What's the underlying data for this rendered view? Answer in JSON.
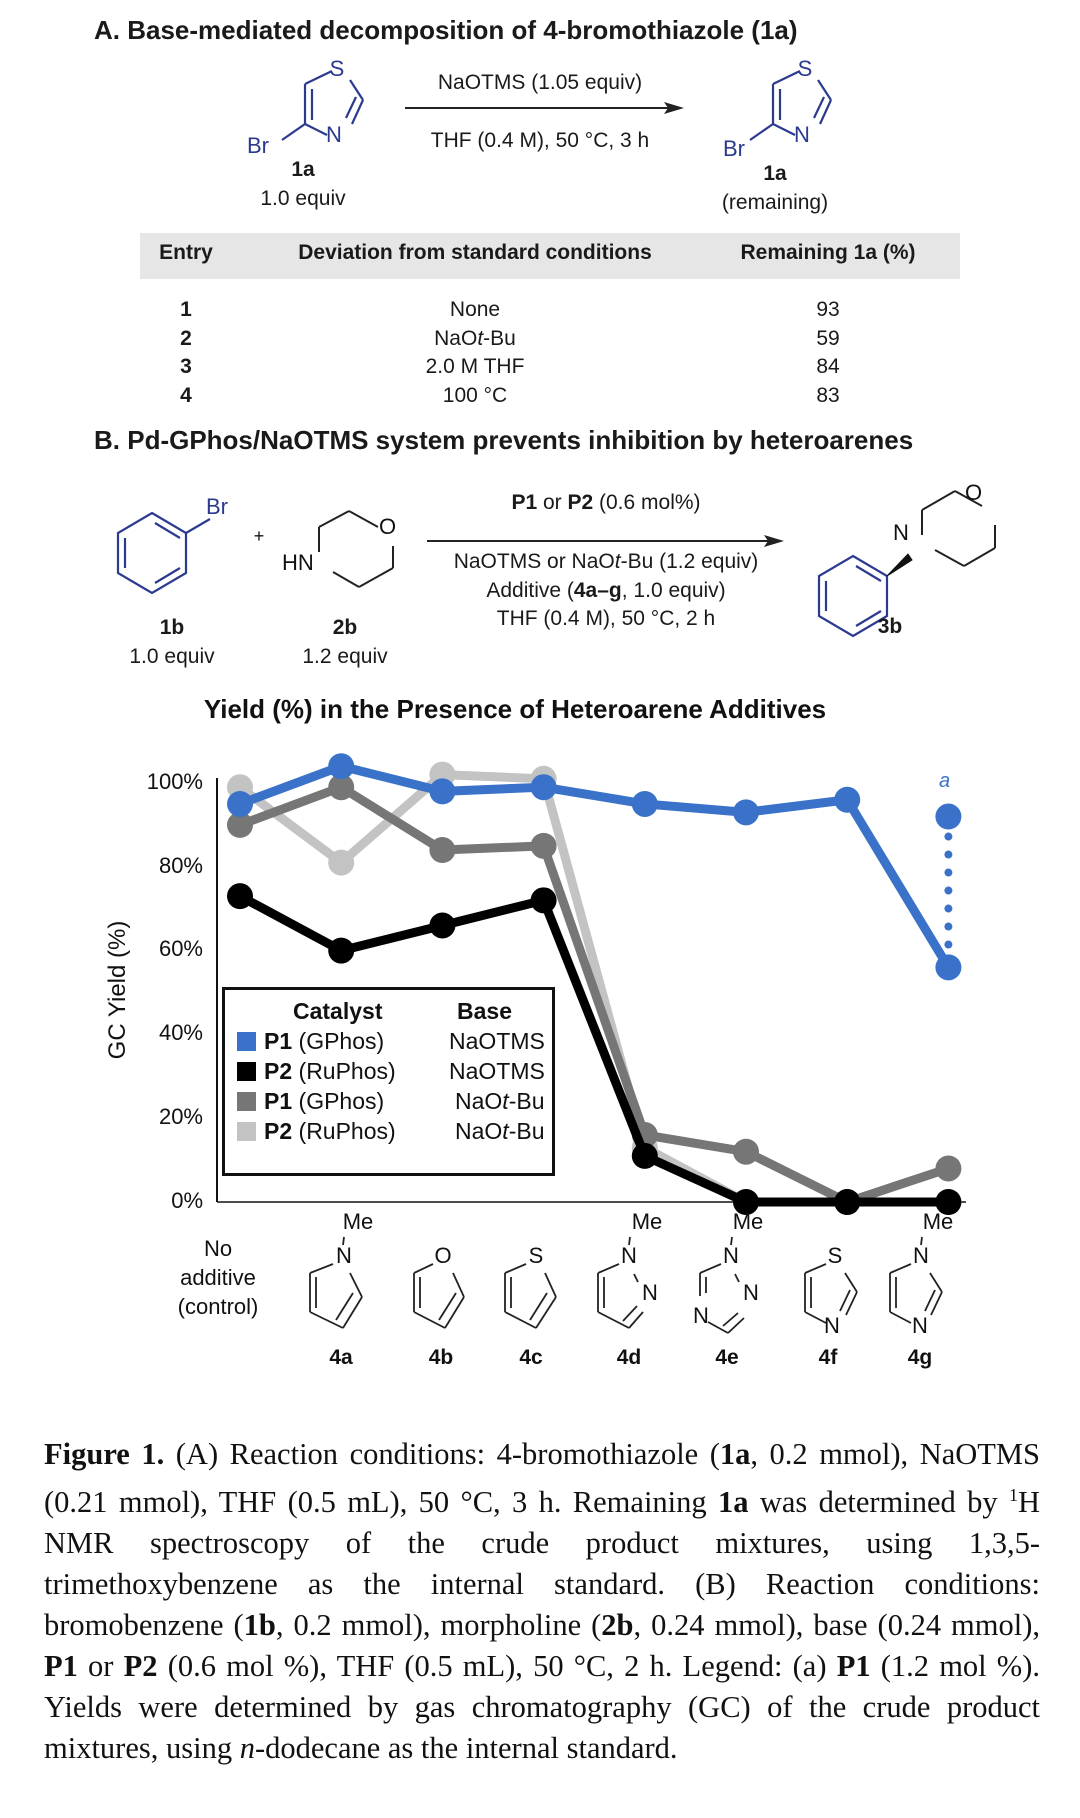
{
  "sectionA": {
    "title": "A. Base-mediated decomposition of 4-bromothiazole (1a)",
    "reagent_above": "NaOTMS (1.05 equiv)",
    "reagent_below": "THF (0.4 M), 50 °C, 3 h",
    "start": {
      "label": "1a",
      "amount": "1.0 equiv",
      "atoms": {
        "S": "S",
        "N": "N",
        "Br": "Br"
      }
    },
    "product": {
      "label": "1a",
      "amount": "(remaining)",
      "atoms": {
        "S": "S",
        "N": "N",
        "Br": "Br"
      }
    },
    "table": {
      "headers": [
        "Entry",
        "Deviation from standard conditions",
        "Remaining 1a (%)"
      ],
      "rows": [
        {
          "entry": "1",
          "deviation": "None",
          "remaining": "93"
        },
        {
          "entry": "2",
          "deviation_pre": "NaO",
          "deviation_it": "t",
          "deviation_post": "-Bu",
          "deviation": "NaOt-Bu",
          "remaining": "59"
        },
        {
          "entry": "3",
          "deviation": "2.0 M THF",
          "remaining": "84"
        },
        {
          "entry": "4",
          "deviation": "100 °C",
          "remaining": "83"
        }
      ]
    }
  },
  "sectionB": {
    "title": "B. Pd-GPhos/NaOTMS system prevents inhibition by heteroarenes",
    "plus": "+",
    "reactant1": {
      "label": "1b",
      "amount": "1.0 equiv",
      "atom": "Br"
    },
    "reactant2": {
      "label": "2b",
      "amount": "1.2 equiv",
      "atoms": {
        "HN": "HN",
        "O": "O"
      }
    },
    "product": {
      "label": "3b",
      "atoms": {
        "N": "N",
        "O": "O"
      }
    },
    "conditions": {
      "catalyst_p1": "P1",
      "catalyst_or": " or ",
      "catalyst_p2": "P2",
      "catalyst_loading": " (0.6 mol%)",
      "base_line_pre": "NaOTMS or NaO",
      "base_line_it": "t",
      "base_line_post": "-Bu (1.2 equiv)",
      "additive_pre": "Additive (",
      "additive_bold": "4a–g",
      "additive_post": ", 1.0 equiv)",
      "solvent_line": "THF (0.4 M), 50 °C, 2 h"
    }
  },
  "chart_data": {
    "type": "line",
    "title": "Yield (%) in the Presence of Heteroarene Additives",
    "xlabel": "",
    "ylabel": "GC Yield (%)",
    "ylim": [
      0,
      100
    ],
    "yticks": [
      "0%",
      "20%",
      "40%",
      "60%",
      "80%",
      "100%"
    ],
    "grid": false,
    "categories": [
      "No additive (control)",
      "4a",
      "4b",
      "4c",
      "4d",
      "4e",
      "4f",
      "4g"
    ],
    "series": [
      {
        "name": "P1 (GPhos) / NaOTMS",
        "color": "#3a72c9",
        "values": [
          95,
          104,
          98,
          99,
          95,
          93,
          96,
          56
        ]
      },
      {
        "name": "P2 (RuPhos) / NaOTMS",
        "color": "#000000",
        "values": [
          73,
          60,
          66,
          72,
          11,
          0,
          0,
          0
        ]
      },
      {
        "name": "P1 (GPhos) / NaOt-Bu",
        "color": "#767676",
        "values": [
          90,
          99,
          84,
          85,
          16,
          12,
          0,
          8
        ]
      },
      {
        "name": "P2 (RuPhos) / NaOt-Bu",
        "color": "#c3c3c3",
        "values": [
          99,
          81,
          102,
          101,
          13,
          0,
          0,
          0
        ]
      }
    ],
    "annotations": [
      {
        "category": "4g",
        "series": "P1 (GPhos) / NaOTMS",
        "value": 92,
        "label": "a",
        "note": "P1 (1.2 mol %)",
        "style": "dotted connector to 56"
      }
    ],
    "legend": {
      "position": "inside lower-left",
      "header_catalyst": "Catalyst",
      "header_base": "Base",
      "entries": [
        {
          "catalyst_bold": "P1",
          "catalyst_rest": " (GPhos)",
          "base_pre": "NaOTMS",
          "base_it": "",
          "base_post": "",
          "color": "#3a72c9"
        },
        {
          "catalyst_bold": "P2",
          "catalyst_rest": " (RuPhos)",
          "base_pre": "NaOTMS",
          "base_it": "",
          "base_post": "",
          "color": "#000000"
        },
        {
          "catalyst_bold": "P1",
          "catalyst_rest": " (GPhos)",
          "base_pre": "NaO",
          "base_it": "t",
          "base_post": "-Bu",
          "color": "#767676"
        },
        {
          "catalyst_bold": "P2",
          "catalyst_rest": " (RuPhos)",
          "base_pre": "NaO",
          "base_it": "t",
          "base_post": "-Bu",
          "color": "#c3c3c3"
        }
      ]
    },
    "additives": {
      "control_lines": [
        "No",
        "additive",
        "(control)"
      ],
      "labels": [
        "4a",
        "4b",
        "4c",
        "4d",
        "4e",
        "4f",
        "4g"
      ],
      "me": "Me"
    }
  },
  "caption": {
    "figure": "Figure 1.",
    "p1": " (A) Reaction conditions: 4-bromothiazole (",
    "b1": "1a",
    "p2": ", 0.2 mmol), NaOTMS (0.21 mmol), THF (0.5 mL), 50 °C, 3 h. Remaining ",
    "b2": "1a",
    "p3": " was determined by ",
    "sup": "1",
    "p4": "H NMR spectroscopy of the crude product mixtures, using 1,3,5-trimethoxybenzene as the internal standard. (B) Reaction conditions: bromobenzene (",
    "b3": "1b",
    "p5": ", 0.2 mmol), morpholine (",
    "b4": "2b",
    "p6": ", 0.24 mmol), base (0.24 mmol), ",
    "b5": "P1",
    "p7": " or ",
    "b6": "P2",
    "p8": " (0.6 mol %), THF (0.5 mL), 50 °C, 2 h. Legend: (a) ",
    "b7": "P1",
    "p9": " (1.2 mol %). Yields were determined by gas chromatography (GC) of the crude product mixtures, using ",
    "it1": "n",
    "p10": "-dodecane as the internal standard."
  }
}
